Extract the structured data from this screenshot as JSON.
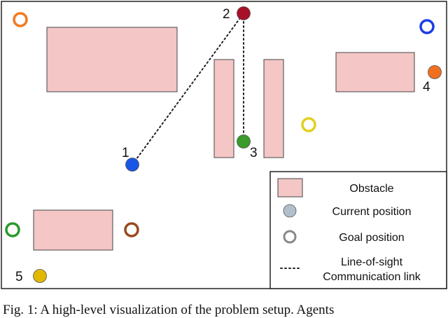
{
  "agents": [
    {
      "label": "1",
      "color": "#1a56e6"
    },
    {
      "label": "2",
      "color": "#a8102a"
    },
    {
      "label": "3",
      "color": "#3a9a2a"
    },
    {
      "label": "4",
      "color": "#f07020"
    },
    {
      "label": "5",
      "color": "#e0b800"
    }
  ],
  "goals": [
    {
      "color": "#f07a1e"
    },
    {
      "color": "#1a3ee6"
    },
    {
      "color": "#e0d020"
    },
    {
      "color": "#2a9a2a"
    },
    {
      "color": "#9a4a1e"
    }
  ],
  "colors": {
    "obstacle_fill": "#f4c6c6",
    "obstacle_stroke": "#444444",
    "legend_current": "#b0bfcc",
    "legend_goal": "#888888",
    "link": "#222222",
    "frame": "#222222"
  },
  "legend": {
    "obstacle": "Obstacle",
    "current": "Current position",
    "goal": "Goal position",
    "link_line1": "Line-of-sight",
    "link_line2": "Communication link"
  },
  "caption": "Fig. 1: A high-level visualization of the problem setup. Agents"
}
